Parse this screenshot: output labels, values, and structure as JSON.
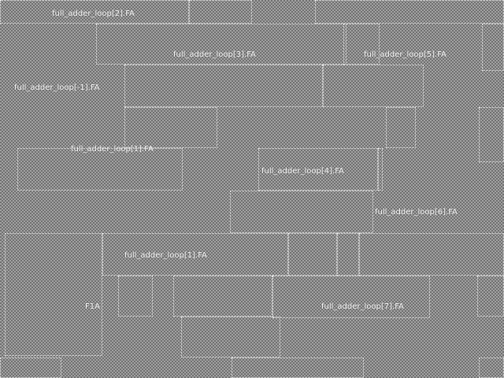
{
  "labels": {
    "fa2": "full_adder_loop[2].FA",
    "fa3": "full_adder_loop[3].FA",
    "fa5": "full_adder_loop[5].FA",
    "fa_dash": "full_adder_loop[-1].FA",
    "fa1a": "full_adder_loop[1].FA",
    "fa4": "full_adder_loop[4].FA",
    "fa6": "full_adder_loop[6].FA",
    "fa1b": "full_adder_loop[1].FA",
    "fa_short": "F1A",
    "fa7": "full_adder_loop[7].FA"
  }
}
